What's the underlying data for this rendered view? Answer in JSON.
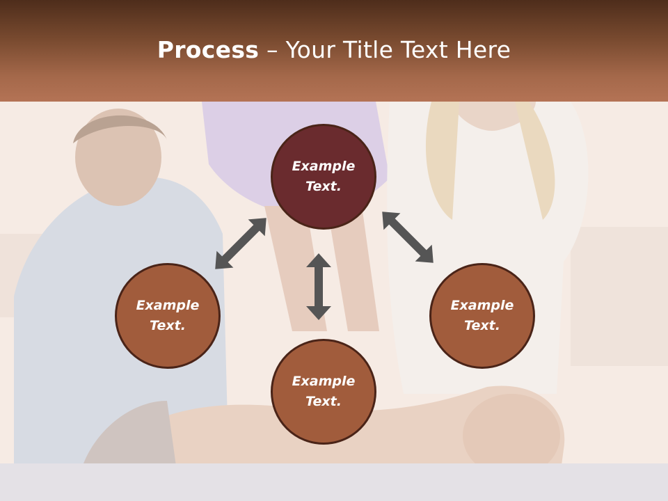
{
  "title": {
    "bold": "Process",
    "rest": " – Your Title Text Here"
  },
  "nodes": {
    "top": "Example Text.",
    "left": "Example Text.",
    "right": "Example Text.",
    "bottom": "Example Text."
  },
  "colors": {
    "header_dark": "#4e2d1b",
    "header_light": "#b47355",
    "node_primary": "#6a2b2e",
    "node_secondary": "#a15c3c",
    "node_border": "#4a2418",
    "arrow": "#555555"
  },
  "icons": [
    "double-arrow-icon"
  ]
}
